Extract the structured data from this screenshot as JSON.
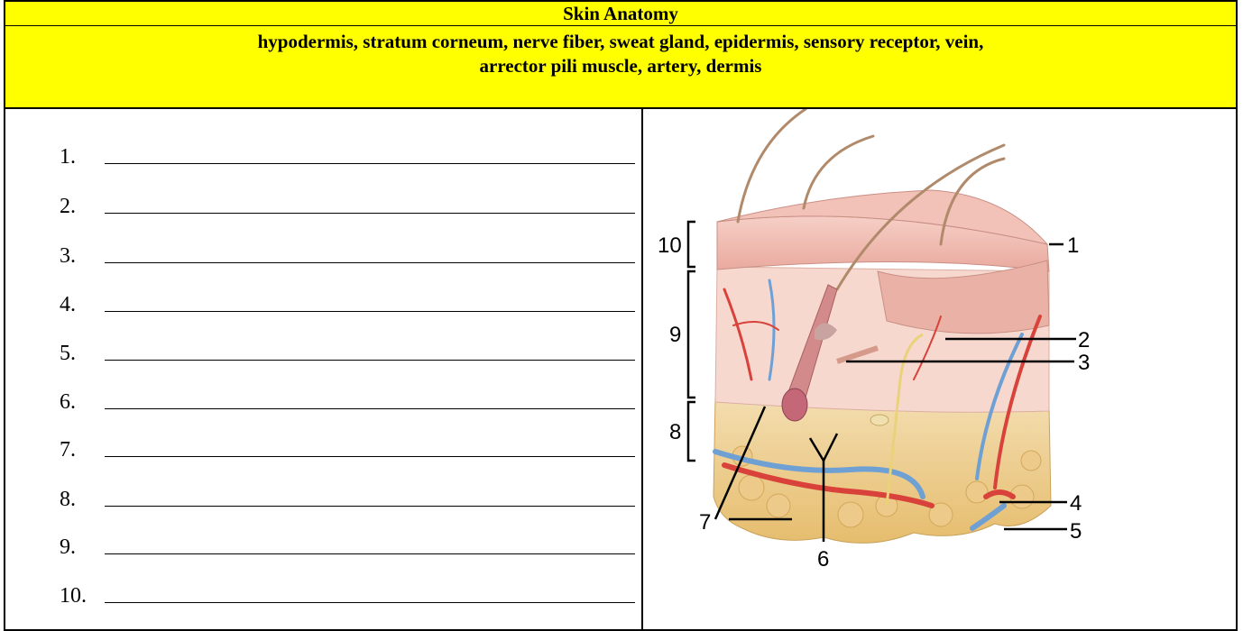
{
  "title": "Skin Anatomy",
  "word_bank": {
    "line1": "hypodermis, stratum corneum, nerve fiber, sweat gland, epidermis, sensory receptor, vein,",
    "line2": "arrector pili muscle, artery, dermis"
  },
  "answers": [
    {
      "number": "1."
    },
    {
      "number": "2."
    },
    {
      "number": "3."
    },
    {
      "number": "4."
    },
    {
      "number": "5."
    },
    {
      "number": "6."
    },
    {
      "number": "7."
    },
    {
      "number": "8."
    },
    {
      "number": "9."
    },
    {
      "number": "10."
    }
  ],
  "figure": {
    "callouts": [
      "1",
      "2",
      "3",
      "4",
      "5",
      "6",
      "7",
      "8",
      "9",
      "10"
    ],
    "colors": {
      "epidermis": "#f1c0b8",
      "dermis": "#f6d6cc",
      "hypodermis": "#f2d79a",
      "artery": "#d8423a",
      "vein": "#6fa0d4",
      "hair": "#b08a6a"
    }
  }
}
